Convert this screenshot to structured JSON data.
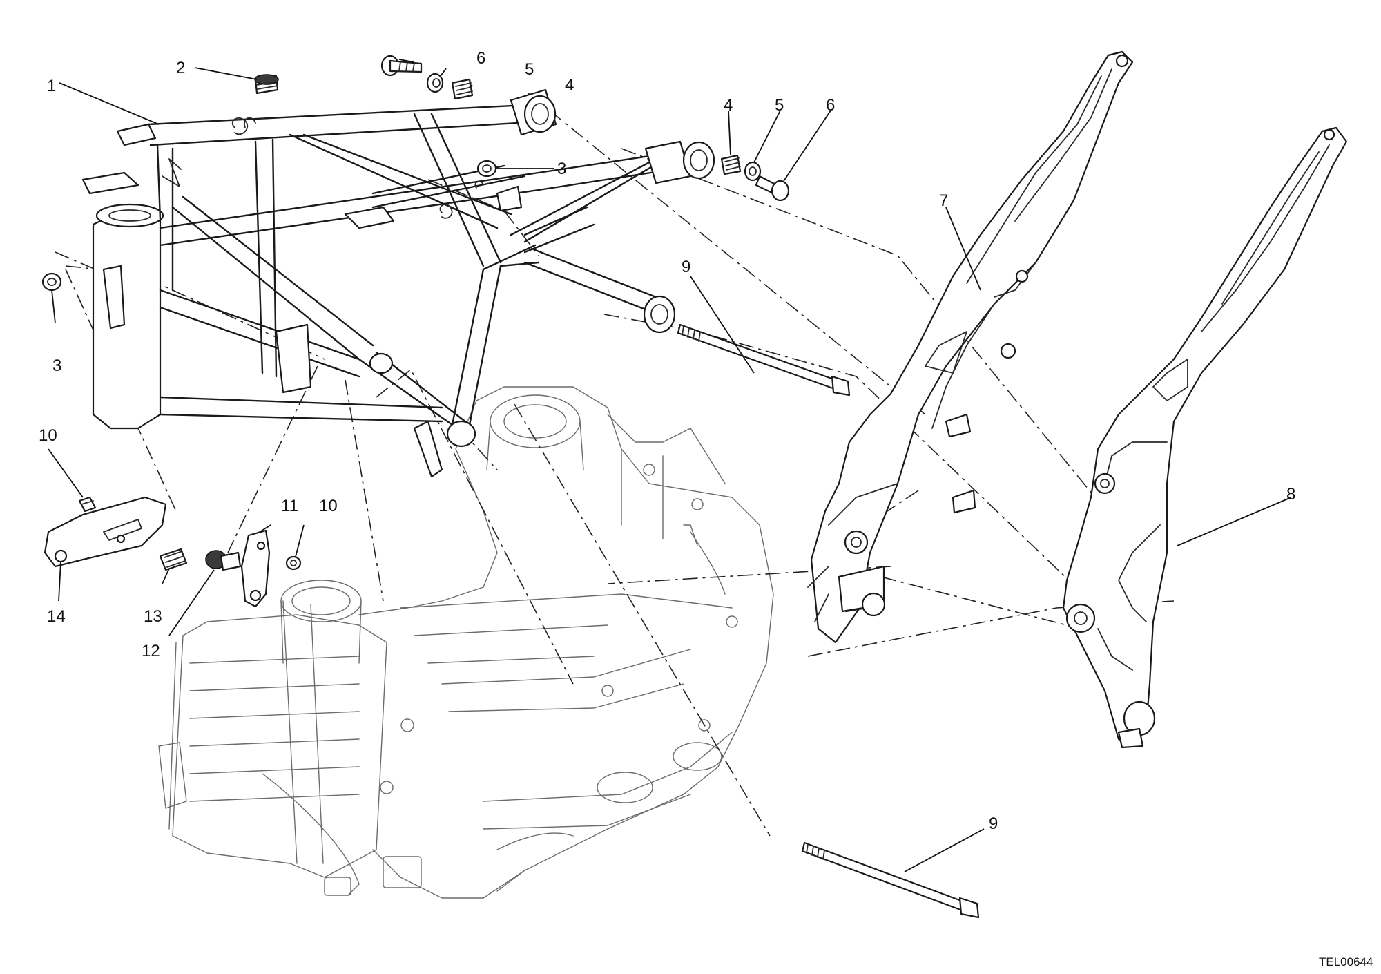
{
  "callouts": [
    "1",
    "2",
    "3",
    "3",
    "4",
    "4",
    "5",
    "5",
    "6",
    "6",
    "7",
    "8",
    "9",
    "9",
    "10",
    "10",
    "11",
    "12",
    "13",
    "14"
  ],
  "drawing_code": "TEL00644"
}
